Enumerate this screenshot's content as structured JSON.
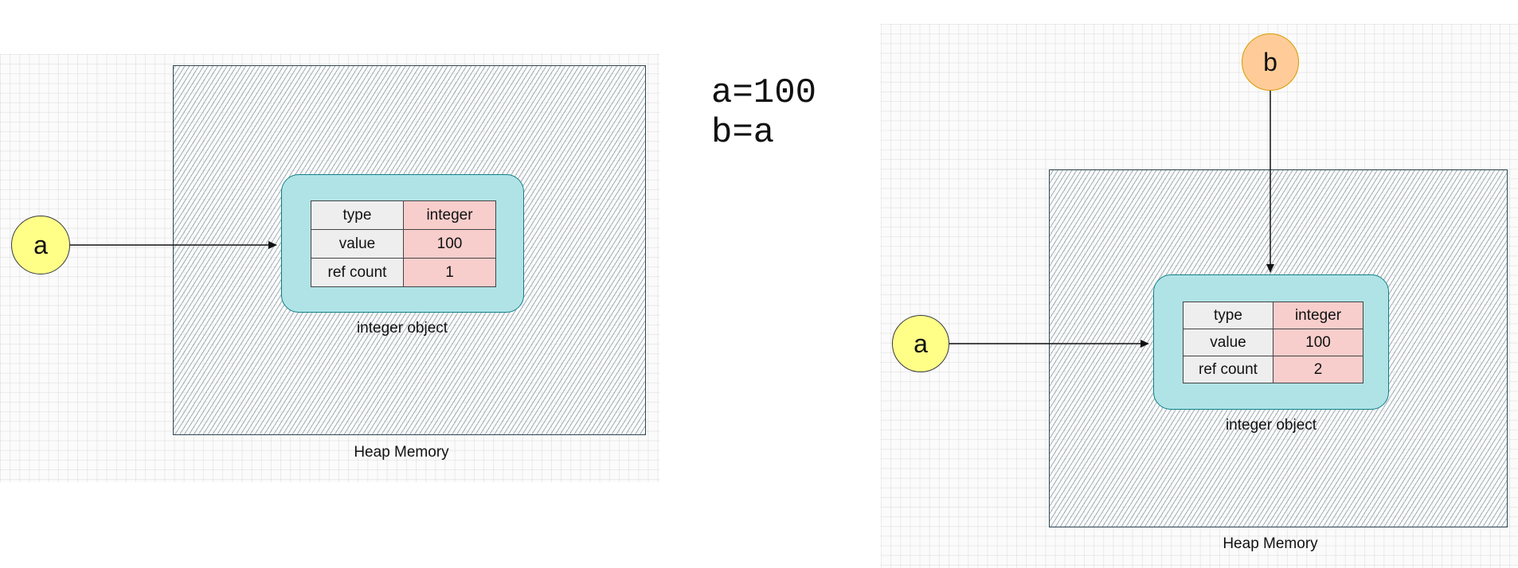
{
  "left_diagram": {
    "heap_label": "Heap Memory",
    "object_label": "integer object",
    "variable": "a",
    "object_table": [
      {
        "key": "type",
        "value": "integer"
      },
      {
        "key": "value",
        "value": "100"
      },
      {
        "key": "ref count",
        "value": "1"
      }
    ]
  },
  "code": {
    "lines": [
      "a=100",
      "b=a"
    ]
  },
  "right_diagram": {
    "heap_label": "Heap Memory",
    "object_label": "integer object",
    "variables": [
      "a",
      "b"
    ],
    "object_table": [
      {
        "key": "type",
        "value": "integer"
      },
      {
        "key": "value",
        "value": "100"
      },
      {
        "key": "ref count",
        "value": "2"
      }
    ]
  },
  "colors": {
    "variable_a_fill": "#ffff88",
    "variable_b_fill": "#ffcc99",
    "object_fill": "#b0e3e6",
    "key_cell_fill": "#eeeeee",
    "value_cell_fill": "#f8cecc"
  }
}
